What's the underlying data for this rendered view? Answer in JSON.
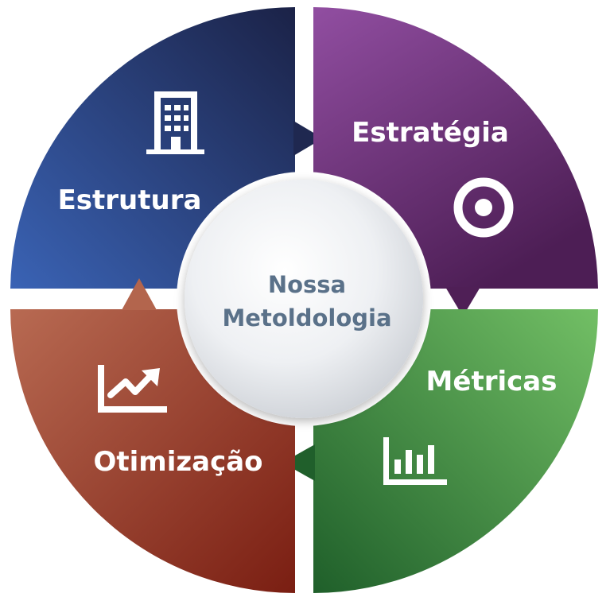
{
  "center": {
    "line1": "Nossa",
    "line2": "Metoldologia",
    "text_color": "#5a7189"
  },
  "quadrants": {
    "estrutura": {
      "label": "Estrutura",
      "icon": "building-icon",
      "color_from": "#3a63b5",
      "color_to": "#1b2247"
    },
    "estrategia": {
      "label": "Estratégia",
      "icon": "target-icon",
      "color_from": "#914ea1",
      "color_to": "#4d1e55"
    },
    "metricas": {
      "label": "Métricas",
      "icon": "bar-chart-icon",
      "color_from": "#72bf65",
      "color_to": "#1f5f2a"
    },
    "otimizacao": {
      "label": "Otimização",
      "icon": "trend-chart-icon",
      "color_from": "#b86a52",
      "color_to": "#7a1e12"
    }
  }
}
